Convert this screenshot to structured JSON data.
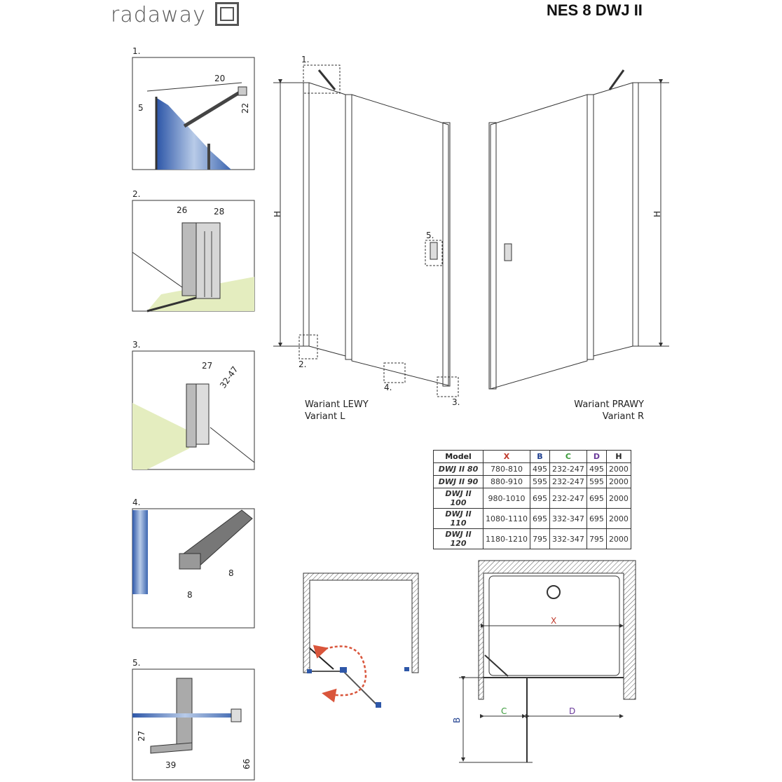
{
  "header": {
    "brand": "radaway",
    "title": "NES 8 DWJ II"
  },
  "details": [
    {
      "label": "1.",
      "dims": [
        "20",
        "5",
        "22"
      ]
    },
    {
      "label": "2.",
      "dims": [
        "26",
        "28"
      ]
    },
    {
      "label": "3.",
      "dims": [
        "27",
        "32-47"
      ]
    },
    {
      "label": "4.",
      "dims": [
        "8",
        "8"
      ]
    },
    {
      "label": "5.",
      "dims": [
        "27",
        "39",
        "66"
      ]
    }
  ],
  "elevation": {
    "callouts": [
      "1.",
      "2.",
      "3.",
      "4.",
      "5."
    ],
    "height_label": "H",
    "left_variant": [
      "Wariant LEWY",
      "Variant L"
    ],
    "right_variant": [
      "Wariant PRAWY",
      "Variant R"
    ]
  },
  "table": {
    "headers": [
      "Model",
      "X",
      "B",
      "C",
      "D",
      "H"
    ],
    "header_colors": [
      "#222222",
      "#c0392b",
      "#1f3f8f",
      "#3a9a3a",
      "#6a3a9a",
      "#222222"
    ],
    "rows": [
      [
        "DWJ II 80",
        "780-810",
        "495",
        "232-247",
        "495",
        "2000"
      ],
      [
        "DWJ II 90",
        "880-910",
        "595",
        "232-247",
        "595",
        "2000"
      ],
      [
        "DWJ II 100",
        "980-1010",
        "695",
        "232-247",
        "695",
        "2000"
      ],
      [
        "DWJ II 110",
        "1080-1110",
        "695",
        "332-347",
        "695",
        "2000"
      ],
      [
        "DWJ II 120",
        "1180-1210",
        "795",
        "332-347",
        "795",
        "2000"
      ]
    ]
  },
  "plan": {
    "x_label": "X",
    "c_label": "C",
    "d_label": "D",
    "b_label": "B"
  },
  "colors": {
    "arrow": "#d9553b",
    "glass": "#5a7fc0",
    "floor": "#e4edbf"
  }
}
